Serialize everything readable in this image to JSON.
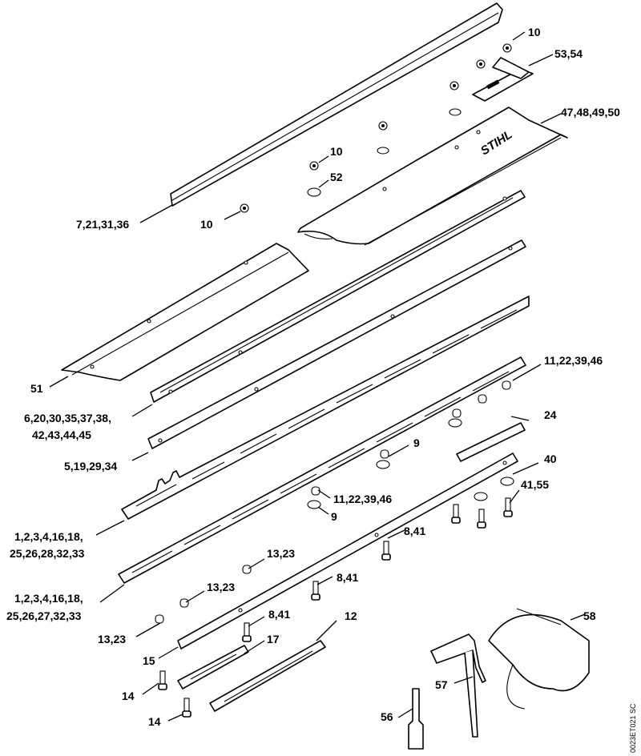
{
  "diagram": {
    "drawing_code": "0023ET021 SC",
    "brand_text": "STIHL",
    "callouts": [
      {
        "id": "c10a",
        "text": "10"
      },
      {
        "id": "c5354",
        "text": "53,54"
      },
      {
        "id": "c47",
        "text": "47,48,49,50"
      },
      {
        "id": "c10b",
        "text": "10"
      },
      {
        "id": "c52",
        "text": "52"
      },
      {
        "id": "c7",
        "text": "7,21,31,36"
      },
      {
        "id": "c10c",
        "text": "10"
      },
      {
        "id": "c51",
        "text": "51"
      },
      {
        "id": "c11a",
        "text": "11,22,39,46"
      },
      {
        "id": "c6a",
        "text": "6,20,30,35,37,38,"
      },
      {
        "id": "c6b",
        "text": "42,43,44,45"
      },
      {
        "id": "c24",
        "text": "24"
      },
      {
        "id": "c5",
        "text": "5,19,29,34"
      },
      {
        "id": "c9a",
        "text": "9"
      },
      {
        "id": "c40",
        "text": "40"
      },
      {
        "id": "c41",
        "text": "41,55"
      },
      {
        "id": "c11b",
        "text": "11,22,39,46"
      },
      {
        "id": "c9b",
        "text": "9"
      },
      {
        "id": "c1a1",
        "text": "1,2,3,4,16,18,"
      },
      {
        "id": "c1a2",
        "text": "25,26,28,32,33"
      },
      {
        "id": "c841a",
        "text": "8,41"
      },
      {
        "id": "c1323a",
        "text": "13,23"
      },
      {
        "id": "c841b",
        "text": "8,41"
      },
      {
        "id": "c1b1",
        "text": "1,2,3,4,16,18,"
      },
      {
        "id": "c1b2",
        "text": "25,26,27,32,33"
      },
      {
        "id": "c1323b",
        "text": "13,23"
      },
      {
        "id": "c841c",
        "text": "8,41"
      },
      {
        "id": "c12",
        "text": "12"
      },
      {
        "id": "c58",
        "text": "58"
      },
      {
        "id": "c1323c",
        "text": "13,23"
      },
      {
        "id": "c17",
        "text": "17"
      },
      {
        "id": "c15",
        "text": "15"
      },
      {
        "id": "c57",
        "text": "57"
      },
      {
        "id": "c14a",
        "text": "14"
      },
      {
        "id": "c56",
        "text": "56"
      },
      {
        "id": "c14b",
        "text": "14"
      }
    ]
  }
}
